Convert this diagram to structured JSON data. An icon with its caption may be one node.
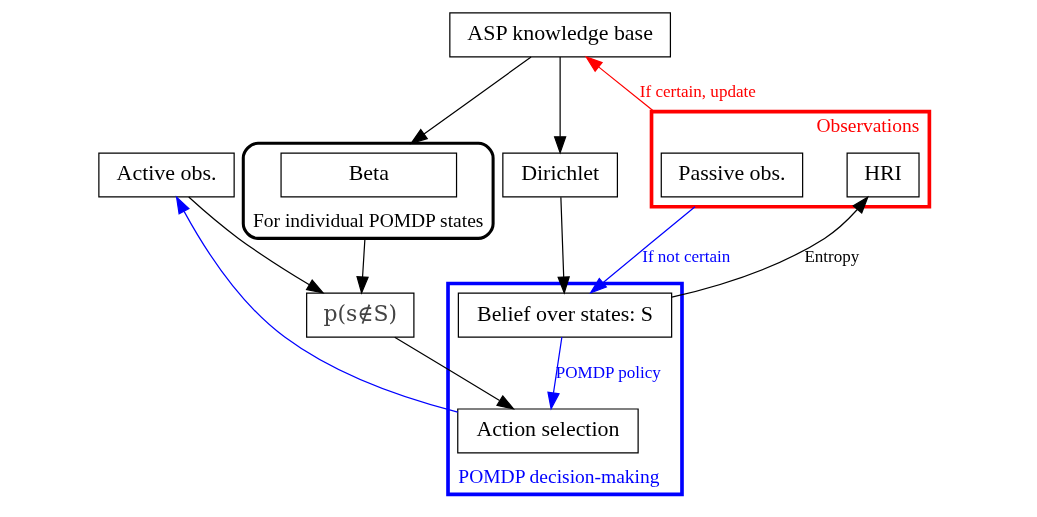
{
  "diagram": {
    "nodes": [
      {
        "text": [
          "Dirichlet"
        ]
      },
      {
        "text": [
          "ASP knowledge base"
        ]
      },
      {
        "text": [
          "For individual POMDP states"
        ]
      },
      {
        "text": [
          "Beta"
        ],
        "in": 2
      },
      {
        "text": [
          "Observations"
        ]
      },
      {
        "text": [
          "HRI"
        ],
        "in": 4
      },
      {
        "text": [
          "Passive obs."
        ],
        "in": 4
      },
      {
        "text": [
          "Active obs."
        ]
      },
      {
        "text": [
          "POMDP decision-making"
        ]
      },
      {
        "text": [
          "Belief over states: S"
        ],
        "in": 8
      },
      {
        "text": [
          "Action selection"
        ],
        "in": 8
      },
      {
        "text": [
          "p(s∉S)"
        ]
      }
    ],
    "edges": [
      {
        "from": 1,
        "to": 0,
        "arrow": "to"
      },
      {
        "from": 1,
        "to": 2,
        "arrow": "to"
      },
      {
        "from": 0,
        "to": 9,
        "arrow": "to"
      },
      {
        "from": 4,
        "to": 1,
        "arrow": "to",
        "label": "If certain, update",
        "color": "#ff0000"
      },
      {
        "from": 9,
        "to": 5,
        "arrow": "to",
        "label": "Entropy"
      },
      {
        "from": 4,
        "to": 9,
        "arrow": "to",
        "label": "If not certain",
        "color": "#0000ff"
      },
      {
        "from": 7,
        "to": 11,
        "arrow": "to"
      },
      {
        "from": 2,
        "to": 11,
        "arrow": "to"
      },
      {
        "from": 11,
        "to": 10,
        "arrow": "to"
      },
      {
        "from": 9,
        "to": 10,
        "arrow": "to",
        "label": "POMDP policy",
        "color": "#0000ff"
      },
      {
        "from": 10,
        "to": 7,
        "arrow": "to",
        "color": "#0000ff"
      }
    ]
  }
}
